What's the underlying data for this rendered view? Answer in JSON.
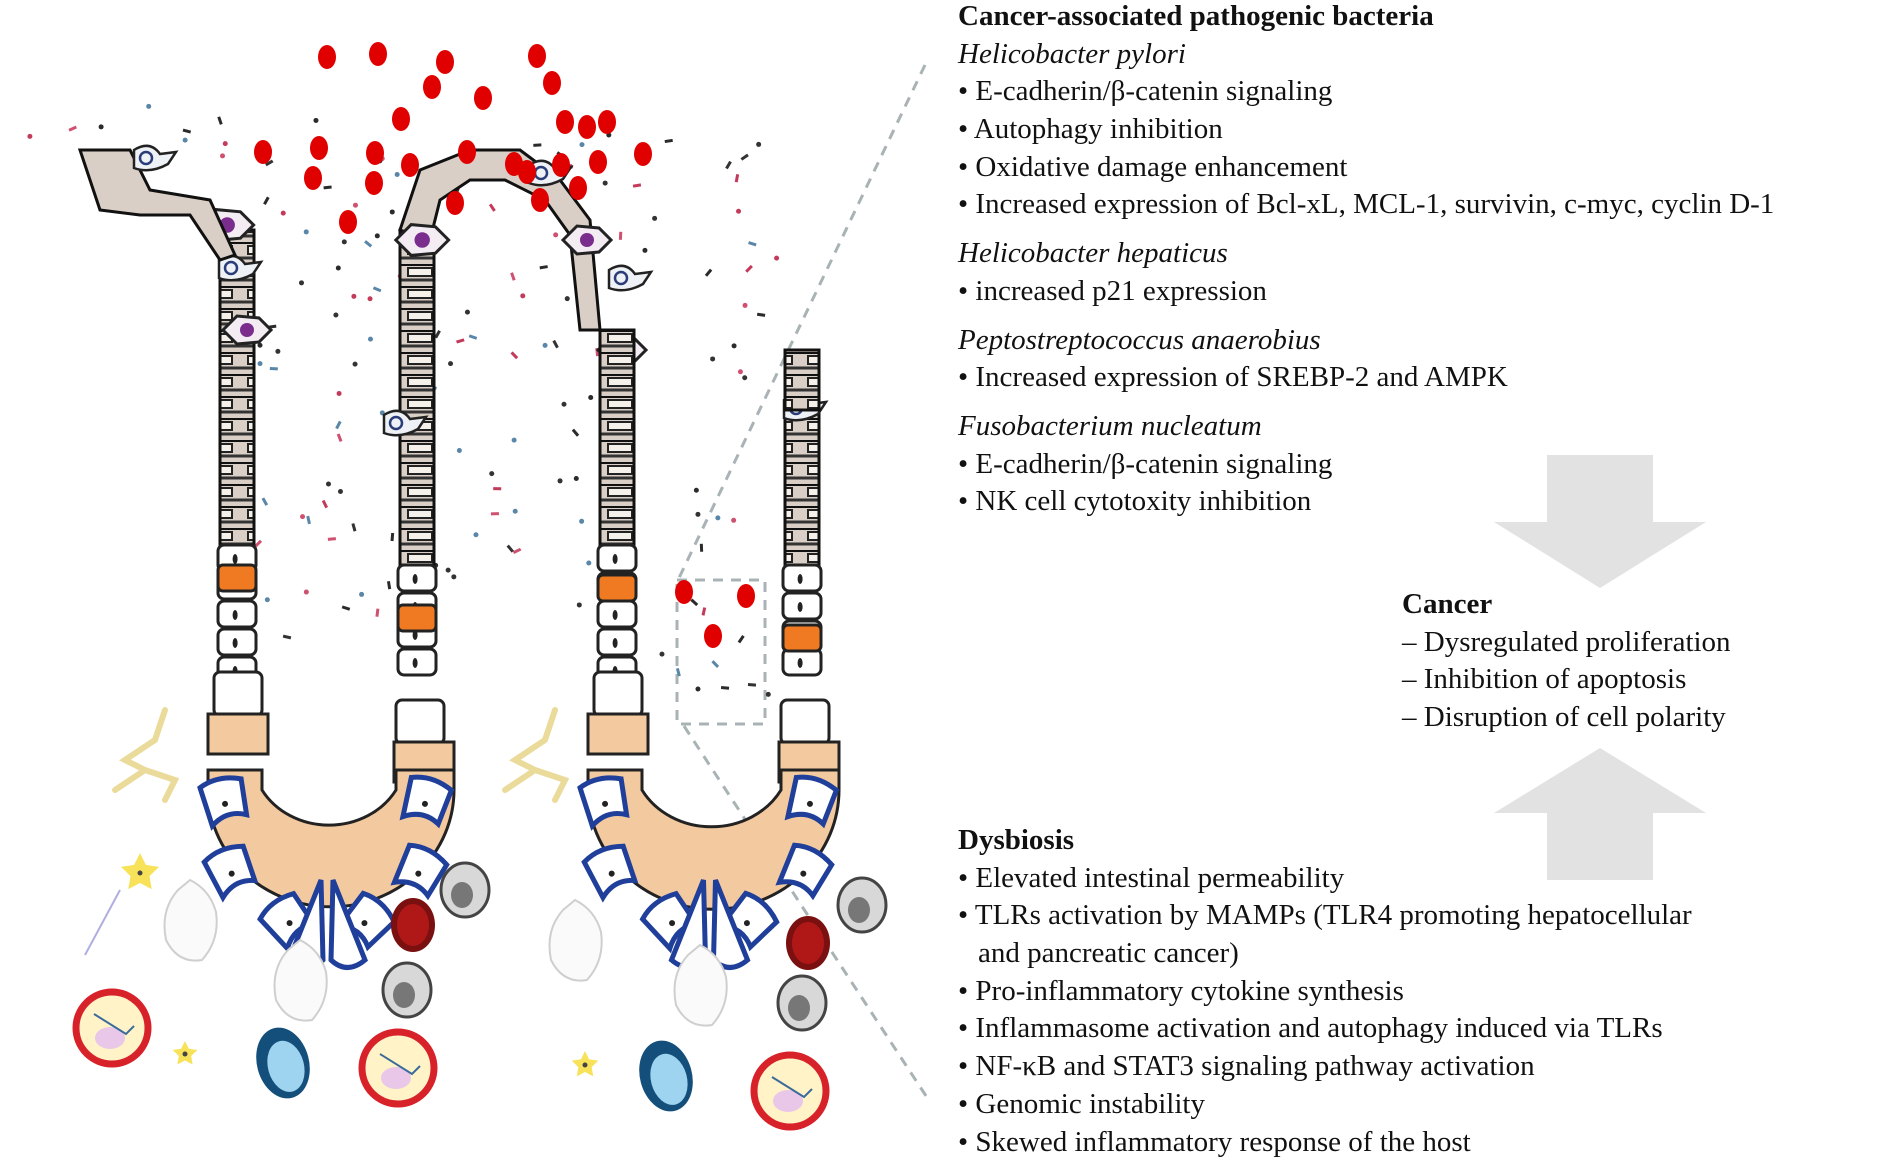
{
  "figure": {
    "pathogens_section": {
      "title": "Cancer-associated pathogenic bacteria",
      "species": [
        {
          "name": "Helicobacter pylori",
          "effects": [
            "• E-cadherin/β-catenin signaling",
            "• Autophagy inhibition",
            "• Oxidative damage enhancement",
            "• Increased expression of Bcl-xL, MCL-1, survivin, c-myc, cyclin D-1"
          ]
        },
        {
          "name": "Helicobacter hepaticus",
          "effects": [
            "• increased p21 expression"
          ]
        },
        {
          "name": "Peptostreptococcus anaerobius",
          "effects": [
            "• Increased expression of SREBP-2 and AMPK"
          ]
        },
        {
          "name": "Fusobacterium nucleatum",
          "effects": [
            "• E-cadherin/β-catenin signaling",
            "• NK cell cytotoxity inhibition"
          ]
        }
      ]
    },
    "cancer_section": {
      "title": "Cancer",
      "items": [
        "– Dysregulated proliferation",
        "– Inhibition of apoptosis",
        "– Disruption of cell polarity"
      ]
    },
    "dysbiosis_section": {
      "title": "Dysbiosis",
      "items": [
        "• Elevated intestinal permeability",
        "• TLRs activation by MAMPs (TLR4 promoting hepatocellular",
        "and pancreatic cancer)",
        "• Pro-inflammatory cytokine synthesis",
        "• Inflammasome activation and autophagy induced via TLRs",
        "• NF-κB and STAT3 signaling pathway activation",
        "• Genomic instability",
        "• Skewed inflammatory response of the host"
      ]
    },
    "arrows": [
      {
        "direction": "down",
        "from": "pathogens_section",
        "to": "cancer_section"
      },
      {
        "direction": "up",
        "from": "dysbiosis_section",
        "to": "cancer_section"
      }
    ],
    "illustration": {
      "subject": "intestinal crypts with epithelial cells, bacteria and immune cells",
      "crypt_count": 2,
      "icons": [
        "bacteria-cluster-icon",
        "goblet-cell-icon",
        "paneth-cell-icon",
        "stem-cell-icon",
        "immune-cell-icon",
        "dendritic-cell-icon",
        "macrophage-icon"
      ]
    },
    "colors": {
      "bacteria_red": "#e00000",
      "stem_cell_border": "#1f3f9a",
      "paneth_orange": "#f07a22",
      "transit_peach": "#f3c9a0",
      "arrow_gray": "#e2e2e2",
      "dashed_line": "#a9b3b6",
      "mast_cell_red": "#b01818",
      "lymphocyte_blue": "#1a8ad0",
      "mature_cell_gray": "#8a8a8a",
      "dendritic_yellow": "#f7e25a"
    }
  }
}
